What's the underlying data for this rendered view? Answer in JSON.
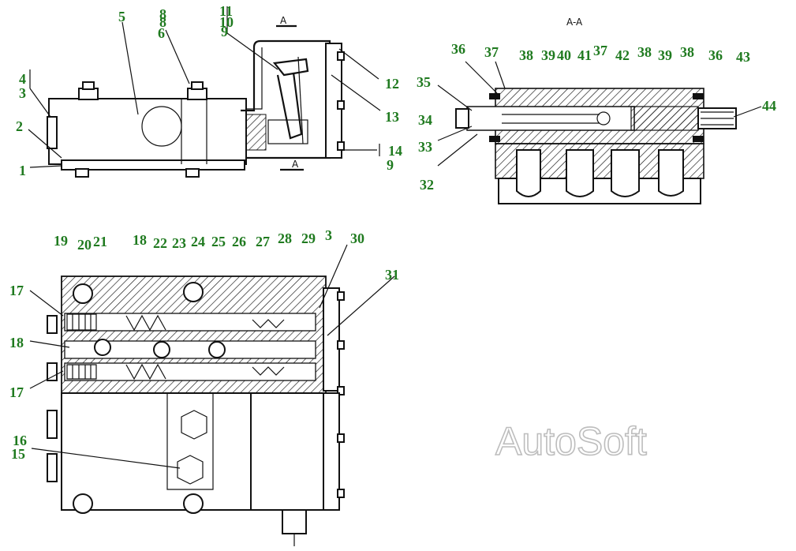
{
  "callouts": {
    "top_left": [
      "1",
      "2",
      "3",
      "4",
      "5",
      "6",
      "8",
      "8",
      "9",
      "10",
      "11",
      "12",
      "13",
      "14",
      "9"
    ],
    "top_right": [
      "32",
      "33",
      "34",
      "35",
      "36",
      "37",
      "38",
      "39",
      "40",
      "41",
      "37",
      "42",
      "38",
      "39",
      "38",
      "36",
      "43",
      "44"
    ],
    "bottom_left": [
      "15",
      "16",
      "17",
      "18",
      "17",
      "19",
      "20",
      "21",
      "18",
      "22",
      "23",
      "24",
      "25",
      "26",
      "27",
      "28",
      "29",
      "3",
      "30",
      "31"
    ]
  },
  "section_marks": {
    "a_top": "A",
    "a_bottom": "A",
    "a_view": "A-A"
  },
  "watermark": "AutoSoft",
  "colors": {
    "callout": "#1f7a1f",
    "line": "#111111",
    "watermark_stroke": "#bdbdbd"
  }
}
